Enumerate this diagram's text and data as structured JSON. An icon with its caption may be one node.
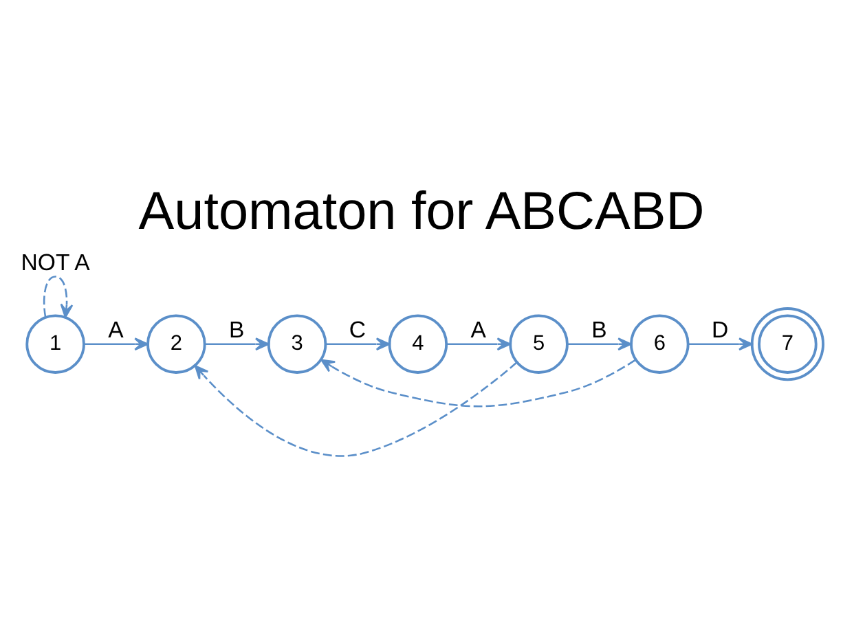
{
  "diagram": {
    "title": "Automaton for ABCABD",
    "nodes": [
      {
        "text": [
          "1"
        ]
      },
      {
        "text": [
          "2"
        ]
      },
      {
        "text": [
          "3"
        ]
      },
      {
        "text": [
          "4"
        ]
      },
      {
        "text": [
          "5"
        ]
      },
      {
        "text": [
          "6"
        ]
      },
      {
        "text": [
          "7"
        ]
      }
    ],
    "edges": [
      {
        "from": 0,
        "to": 0,
        "arrow": "to",
        "label": "NOT A",
        "style": "dashed"
      },
      {
        "from": 0,
        "to": 1,
        "arrow": "to",
        "label": "A"
      },
      {
        "from": 1,
        "to": 2,
        "arrow": "to",
        "label": "B"
      },
      {
        "from": 2,
        "to": 3,
        "arrow": "to",
        "label": "C"
      },
      {
        "from": 3,
        "to": 4,
        "arrow": "to",
        "label": "A"
      },
      {
        "from": 4,
        "to": 5,
        "arrow": "to",
        "label": "B"
      },
      {
        "from": 5,
        "to": 6,
        "arrow": "to",
        "label": "D"
      },
      {
        "from": 4,
        "to": 1,
        "arrow": "to",
        "style": "dashed"
      },
      {
        "from": 5,
        "to": 2,
        "arrow": "to",
        "style": "dashed"
      }
    ]
  }
}
